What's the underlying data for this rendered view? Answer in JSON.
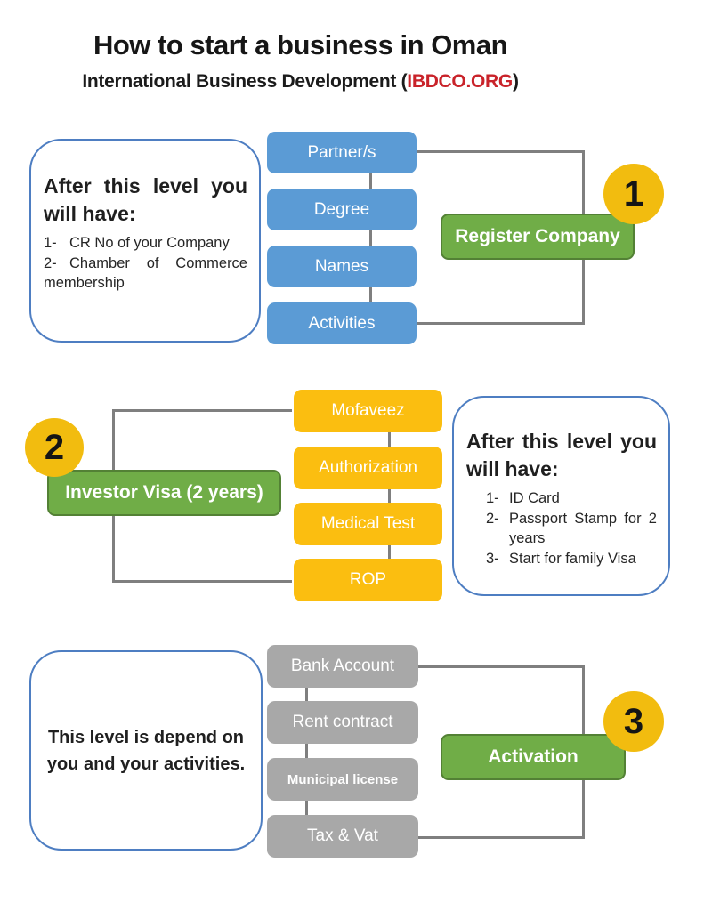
{
  "header": {
    "title": "How to start a business in Oman",
    "subtitle_prefix": "International Business Development (",
    "subtitle_brand": "IBDCO.ORG",
    "subtitle_suffix": ")"
  },
  "colors": {
    "step_blue": "#5B9BD5",
    "step_yellow": "#FBBE10",
    "step_gray": "#A8A8A8",
    "action_green": "#70AD47",
    "action_green_border": "#538135",
    "badge_yellow": "#F2BC0F",
    "connector_gray": "#7F7F7F",
    "note_border_blue": "#4E7EC2",
    "brand_red": "#C9232A"
  },
  "sections": [
    {
      "badge": "1",
      "action": "Register Company",
      "steps": [
        "Partner/s",
        "Degree",
        "Names",
        "Activities"
      ],
      "note_heading": "After this level you will have:",
      "note_items": [
        {
          "marker": "1-",
          "text": "CR No of your Company"
        },
        {
          "marker": "2-",
          "text": "Chamber of Commerce membership"
        }
      ]
    },
    {
      "badge": "2",
      "action": "Investor Visa (2 years)",
      "steps": [
        "Mofaveez",
        "Authorization",
        "Medical Test",
        "ROP"
      ],
      "note_heading": "After this level you will have:",
      "note_items": [
        {
          "marker": "1-",
          "text": "ID Card"
        },
        {
          "marker": "2-",
          "text": "Passport Stamp for 2 years"
        },
        {
          "marker": "3-",
          "text": "Start for family Visa"
        }
      ]
    },
    {
      "badge": "3",
      "action": "Activation",
      "steps": [
        "Bank Account",
        "Rent contract",
        "Municipal license",
        "Tax & Vat"
      ],
      "note_text": "This level is depend on you and your activities."
    }
  ]
}
